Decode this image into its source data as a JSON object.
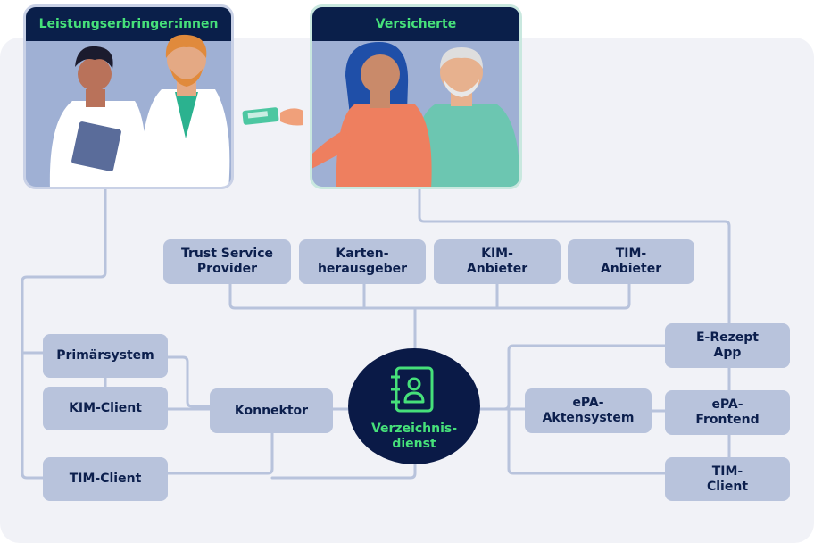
{
  "groups": {
    "providers_title": "Leistungserbringer:innen",
    "insured_title": "Versicherte"
  },
  "top_services": [
    {
      "label": "Trust Service\nProvider"
    },
    {
      "label": "Karten-\nherausgeber"
    },
    {
      "label": "KIM-\nAnbieter"
    },
    {
      "label": "TIM-\nAnbieter"
    }
  ],
  "left_nodes": {
    "primaersystem": "Primärsystem",
    "kim_client": "KIM-Client",
    "tim_client": "TIM-Client",
    "konnektor": "Konnektor"
  },
  "hub": {
    "label": "Verzeichnis-\ndienst",
    "icon": "address-book-icon"
  },
  "right_nodes": {
    "erezept": "E-Rezept\nApp",
    "epa_aktensystem": "ePA-\nAktensystem",
    "epa_frontend": "ePA-\nFrontend",
    "tim_client": "TIM-\nClient"
  },
  "colors": {
    "navy": "#0a1f4a",
    "green": "#46e07a",
    "node": "#b8c3dc",
    "line": "#b8c3dc",
    "panel": "#f1f2f7"
  }
}
